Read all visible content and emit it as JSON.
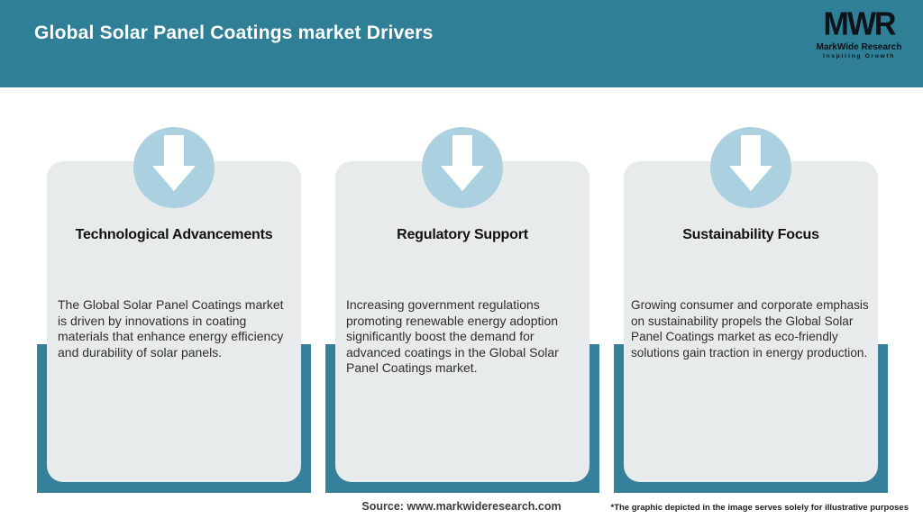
{
  "header": {
    "title": "Global Solar Panel Coatings market Drivers",
    "logo": {
      "mark": "MWR",
      "name": "MarkWide Research",
      "tagline": "Inspiring Growth"
    }
  },
  "cards": [
    {
      "icon": "down-arrow-icon",
      "title": "Technological Advancements",
      "body": "The Global Solar Panel Coatings market is driven by innovations in coating materials that enhance energy efficiency and durability of solar panels."
    },
    {
      "icon": "down-arrow-icon",
      "title": "Regulatory Support",
      "body": "Increasing government regulations promoting renewable energy adoption significantly boost the demand for advanced coatings in the Global Solar Panel Coatings market."
    },
    {
      "icon": "down-arrow-icon",
      "title": "Sustainability Focus",
      "body": "Growing consumer and corporate emphasis on sustainability propels the Global Solar Panel Coatings market as eco-friendly solutions gain traction in energy production."
    }
  ],
  "footer": {
    "source": "Source: www.markwideresearch.com",
    "disclaimer": "*The graphic depicted in the image serves solely for illustrative purposes"
  },
  "colors": {
    "header_bg": "#2F7F96",
    "band": "#35809A",
    "circle": "#ABD0DF",
    "card_bg": "#E8EBEB",
    "header_text": "#FFFFFF",
    "title_text": "#111111",
    "body_text": "#2E2E2E"
  }
}
